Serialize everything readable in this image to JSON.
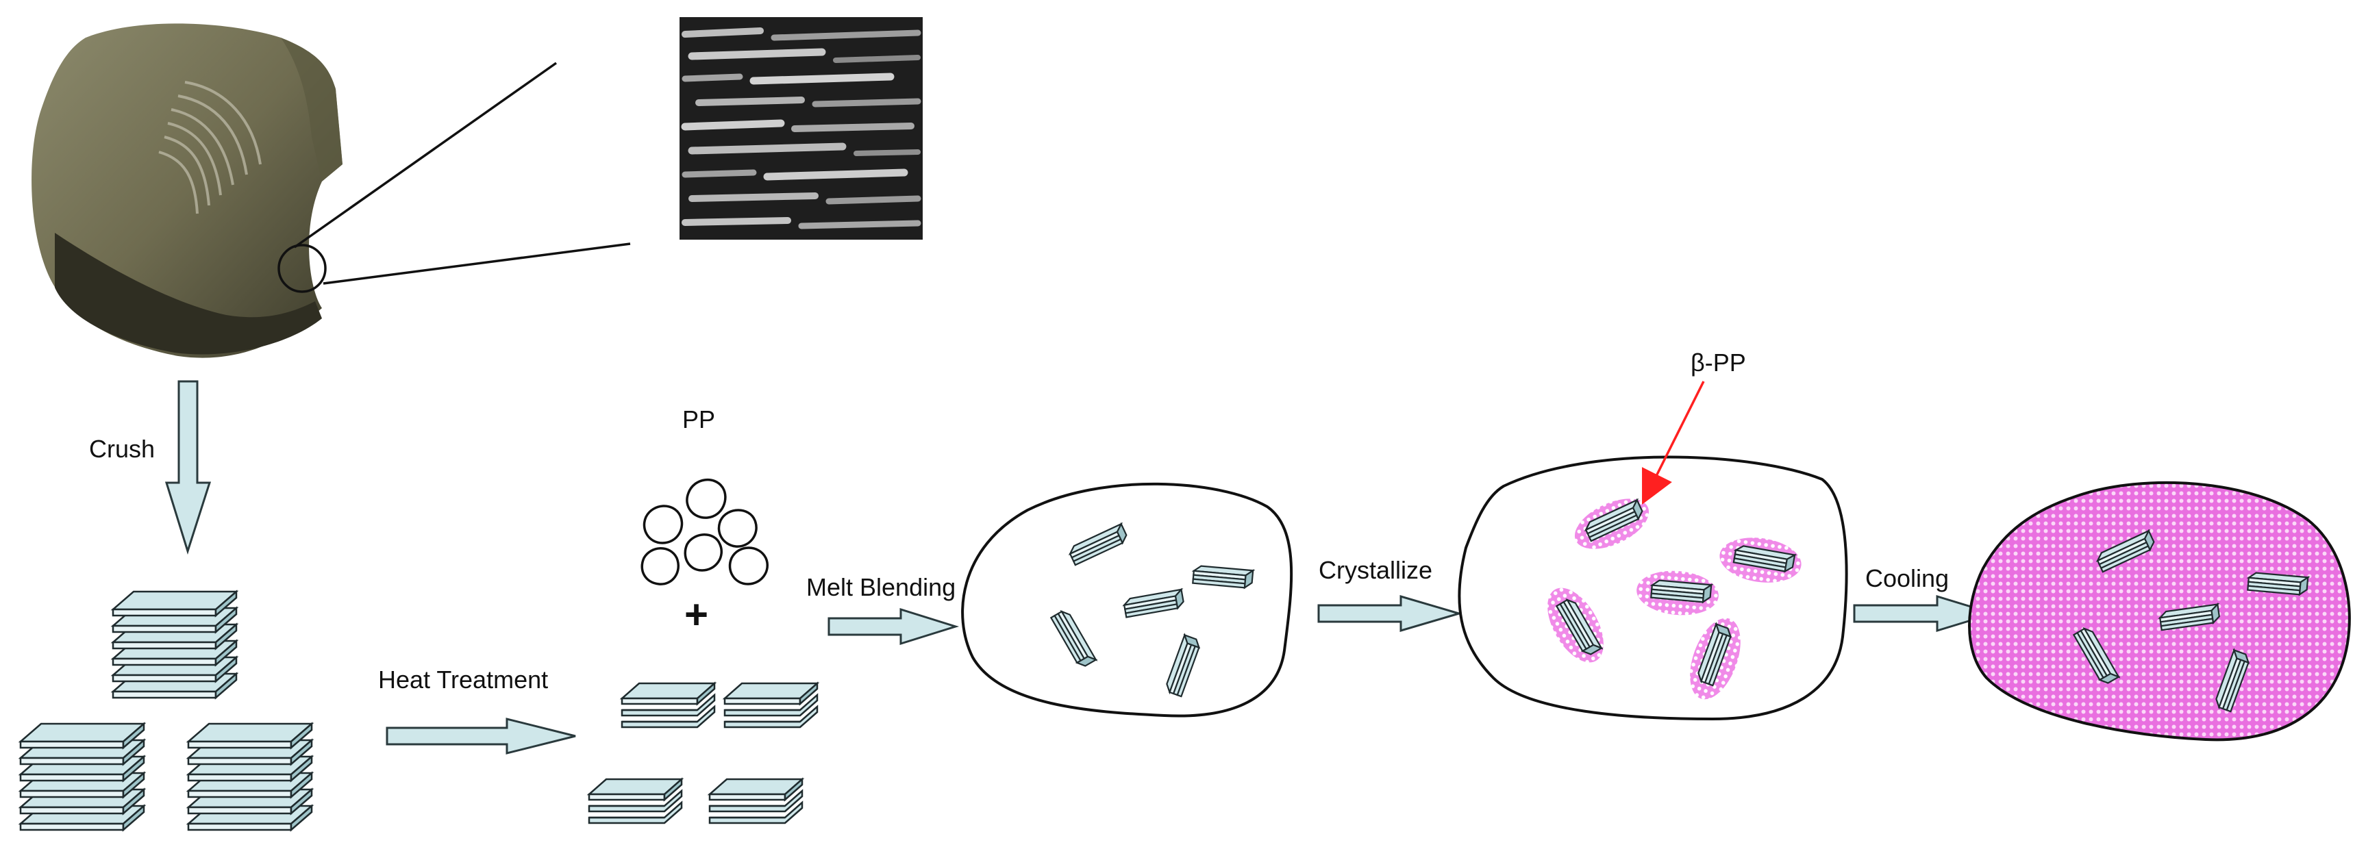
{
  "labels": {
    "crush": "Crush",
    "heat_treatment": "Heat Treatment",
    "pp": "PP",
    "plus": "+",
    "melt_blending": "Melt Blending",
    "crystallize": "Crystallize",
    "beta_pp": "β-PP",
    "cooling": "Cooling"
  },
  "colors": {
    "plate_fill": "#cfe7ea",
    "plate_stroke": "#1f2b2e",
    "arrow_fill": "#cfe7ea",
    "beta_pp_fill": "#ef7fe6",
    "pointer_arrow": "#ff2020",
    "outline": "#111111"
  },
  "icons": {
    "shell_photo": "shell-photo",
    "sem_image": "sem-micrograph",
    "zoom_circle": "magnifier-circle",
    "pp_particles": "circle-particles"
  }
}
